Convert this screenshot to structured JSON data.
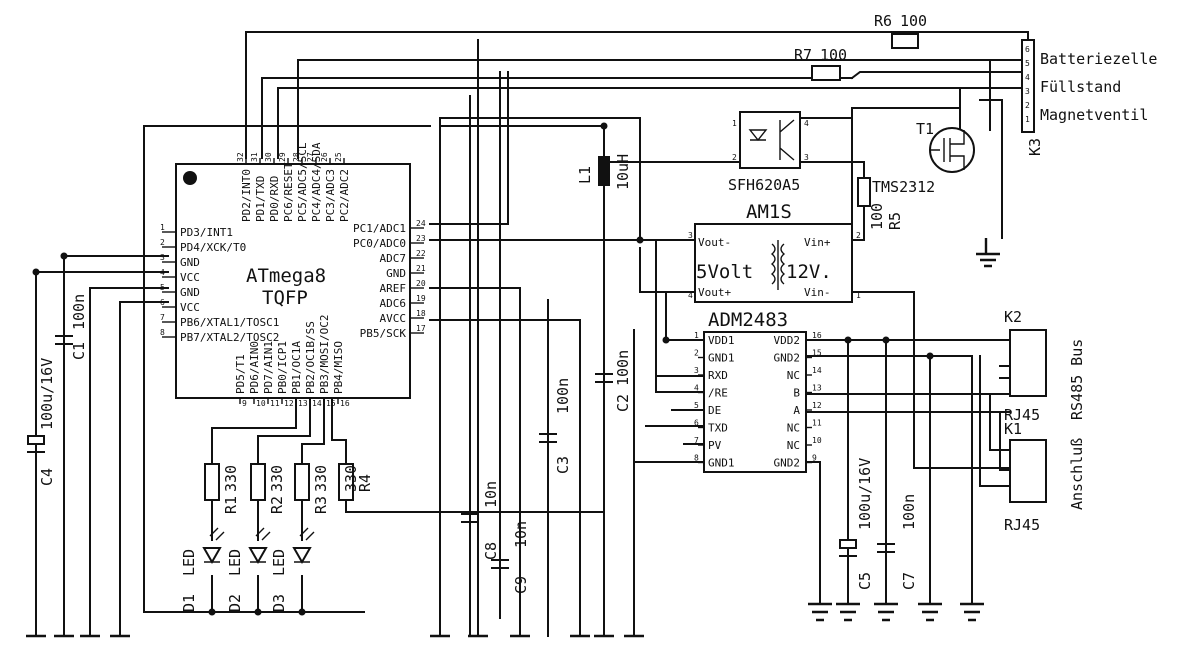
{
  "mcu": {
    "name": "ATmega8",
    "package": "TQFP",
    "left_pins": [
      "PD3/INT1",
      "PD4/XCK/T0",
      "GND",
      "VCC",
      "GND",
      "VCC",
      "PB6/XTAL1/TOSC1",
      "PB7/XTAL2/TOSC2"
    ],
    "left_pin_numbers": [
      "1",
      "2",
      "3",
      "4",
      "5",
      "6",
      "7",
      "8"
    ],
    "top_pins": [
      "PD2/INT0",
      "PD1/TXD",
      "PD0/RXD",
      "PC6/RESET",
      "PC5/ADC5/SCL",
      "PC4/ADC4/SDA",
      "PC3/ADC3",
      "PC2/ADC2"
    ],
    "top_pin_numbers": [
      "32",
      "31",
      "30",
      "29",
      "28",
      "27",
      "26",
      "25"
    ],
    "right_pins": [
      "PC1/ADC1",
      "PC0/ADC0",
      "ADC7",
      "GND",
      "AREF",
      "ADC6",
      "AVCC",
      "PB5/SCK"
    ],
    "right_pin_numbers": [
      "24",
      "23",
      "22",
      "21",
      "20",
      "19",
      "18",
      "17"
    ],
    "bottom_pins": [
      "PD5/T1",
      "PD6/AIN0",
      "PD7/AIN1",
      "PB0/ICP1",
      "PB1/OC1A",
      "PB2/OC1B/SS",
      "PB3/MOSI/OC2",
      "PB4/MISO"
    ],
    "bottom_pin_numbers": [
      "9",
      "10",
      "11",
      "12",
      "13",
      "14",
      "15",
      "16"
    ]
  },
  "transceiver": {
    "name": "ADM2483",
    "left_pins": [
      "VDD1",
      "GND1",
      "RXD",
      "/RE",
      "DE",
      "TXD",
      "PV",
      "GND1"
    ],
    "left_pin_numbers": [
      "1",
      "2",
      "3",
      "4",
      "5",
      "6",
      "7",
      "8"
    ],
    "right_pins": [
      "VDD2",
      "GND2",
      "NC",
      "B",
      "A",
      "NC",
      "NC",
      "GND2"
    ],
    "right_pin_numbers": [
      "16",
      "15",
      "14",
      "13",
      "12",
      "11",
      "10",
      "9"
    ]
  },
  "dcdc": {
    "name": "AM1S",
    "left_top": "Vout-",
    "left_bottom": "Vout+",
    "right_top": "Vin+",
    "right_bottom": "Vin-",
    "left_label": "5Volt",
    "right_label": "12V.",
    "pin_numbers": [
      "3",
      "4",
      "2",
      "1"
    ]
  },
  "optocoupler": {
    "name": "SFH620A5",
    "pin_numbers": [
      "1",
      "2",
      "4",
      "3"
    ]
  },
  "mosfet": {
    "ref": "T1",
    "name": "TMS2312"
  },
  "inductor": {
    "ref": "L1",
    "value": "10uH"
  },
  "terminal": {
    "ref": "K3",
    "labels": [
      "Batteriezelle",
      "Füllstand",
      "Magnetventil"
    ],
    "pin_numbers": [
      "6",
      "5",
      "4",
      "3",
      "2",
      "1"
    ]
  },
  "resistors": [
    {
      "ref": "R6",
      "value": "100"
    },
    {
      "ref": "R7",
      "value": "100"
    },
    {
      "ref": "R5",
      "value": "100"
    },
    {
      "ref": "R1",
      "value": "330"
    },
    {
      "ref": "R2",
      "value": "330"
    },
    {
      "ref": "R3",
      "value": "330"
    },
    {
      "ref": "R4",
      "value": "330"
    }
  ],
  "capacitors": [
    {
      "ref": "C1",
      "value": "100n"
    },
    {
      "ref": "C2",
      "value": "100n"
    },
    {
      "ref": "C3",
      "value": "100n"
    },
    {
      "ref": "C4",
      "value": "100u/16V"
    },
    {
      "ref": "C5",
      "value": "100u/16V"
    },
    {
      "ref": "C7",
      "value": "100n"
    },
    {
      "ref": "C8",
      "value": "10n"
    },
    {
      "ref": "C9",
      "value": "10n"
    }
  ],
  "leds": [
    {
      "ref": "D1",
      "label": "LED"
    },
    {
      "ref": "D2",
      "label": "LED"
    },
    {
      "ref": "D3",
      "label": "LED"
    }
  ],
  "connectors": [
    {
      "ref": "K2",
      "type": "RJ45",
      "label": "RS485 Bus"
    },
    {
      "ref": "K1",
      "type": "RJ45",
      "label": "Anschluß"
    }
  ]
}
